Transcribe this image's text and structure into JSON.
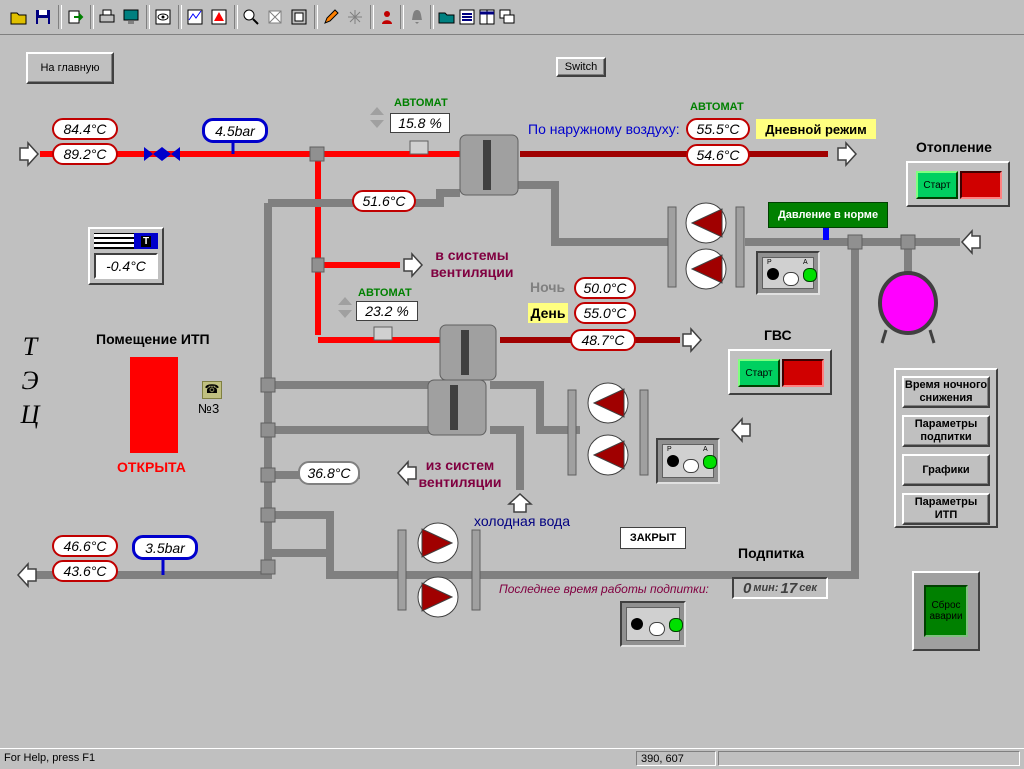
{
  "toolbar": {
    "icons": [
      "open-icon",
      "save-icon",
      "export-icon",
      "print-icon",
      "monitor-icon",
      "view-icon",
      "trend-icon",
      "alarm-icon",
      "zoom-in-icon",
      "zoom-fit-icon",
      "zoom-window-icon",
      "pen-icon",
      "fireworks-icon",
      "user-icon",
      "bell-icon",
      "folder-icon",
      "list-icon",
      "split-icon",
      "cascade-icon"
    ]
  },
  "nav": {
    "home_label": "На главную",
    "switch_label": "Switch"
  },
  "supply": {
    "temp_top": "84.4°C",
    "temp_bottom": "89.2°C",
    "pressure": "4.5bar"
  },
  "heating_valve": {
    "mode": "АВТОМАТ",
    "value": "15.8 %"
  },
  "outdoor": {
    "label": "По наружному воздуху:",
    "mode": "АВТОМАТ",
    "setpoint": "55.5°C",
    "actual": "54.6°C",
    "day_mode": "Дневной режим"
  },
  "heating": {
    "title": "Отопление",
    "start_label": "Старт",
    "return_temp": "51.6°C",
    "pressure_status": "Давление в норме"
  },
  "outdoor_temp": {
    "value": "-0.4°C",
    "badge": "T"
  },
  "ventilation": {
    "to_label": "в системы вентиляции",
    "from_label": "из систем вентиляции",
    "from_temp": "36.8°C",
    "valve_mode": "АВТОМАТ",
    "valve_value": "23.2 %",
    "night_label": "Ночь",
    "night_temp": "50.0°C",
    "day_label": "День",
    "day_temp": "55.0°C",
    "actual_temp": "48.7°C"
  },
  "station": {
    "side_letters": [
      "Т",
      "Э",
      "Ц"
    ],
    "room_label": "Помещение ИТП",
    "door_status": "ОТКРЫТА",
    "phone_label": "№3"
  },
  "hot_water": {
    "title": "ГВС",
    "start_label": "Старт",
    "cold_water_label": "холодная вода"
  },
  "return": {
    "temp_top": "46.6°C",
    "temp_bottom": "43.6°C",
    "pressure": "3.5bar"
  },
  "makeup": {
    "title": "Подпитка",
    "valve_status": "ЗАКРЫТ",
    "last_run_label": "Последнее время работы подпитки:",
    "last_run_min": "0",
    "min_unit": "мин:",
    "last_run_sec": "17",
    "sec_unit": "сек"
  },
  "side_buttons": [
    "Время ночного снижения",
    "Параметры подпитки",
    "Графики",
    "Параметры ИТП"
  ],
  "reset_alarm": "Сброс аварии",
  "ctrl_labels": {
    "p": "P",
    "a": "A"
  },
  "status": {
    "help": "For Help, press F1",
    "coords": "390, 607"
  },
  "colors": {
    "hot": "#ff0000",
    "warm": "#a00000",
    "pipe": "#808080",
    "accent_green": "#008000",
    "tank": "#ff00ff"
  }
}
